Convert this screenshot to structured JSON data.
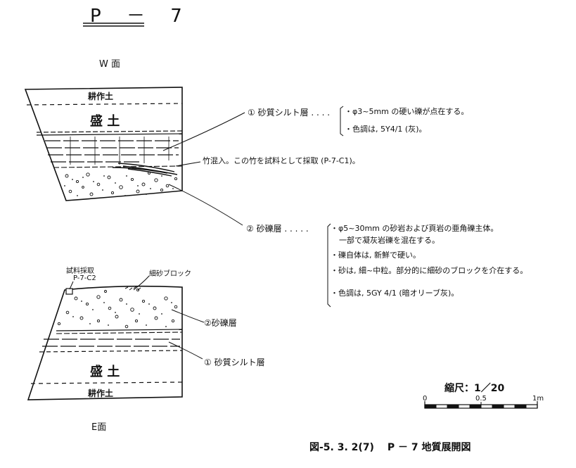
{
  "title": "P － 7",
  "faces": {
    "w": "W 面",
    "e": "E面"
  },
  "w_section": {
    "top_layer": "耕作土",
    "fill_layer": "盛 土",
    "bamboo_note": "竹混入。この竹を試料として採取 (P-7-C1)。"
  },
  "silt_layer": {
    "label": "① 砂質シルト層 . . . .",
    "notes": [
      "・φ3~5mm の硬い礫が点在する。",
      "・色調は, 5Y4/1 (灰)。"
    ]
  },
  "gravel_layer": {
    "label": "② 砂礫層 . . . . .",
    "notes": [
      "・φ5~30mm の砂岩および頁岩の亜角礫主体。",
      "一部で凝灰岩礫を混在する。",
      "・礫自体は, 新鮮で硬い。",
      "・砂は, 細~中粒。部分的に細砂のブロックを介在する。",
      "・色調は, 5GY 4/1 (暗オリーブ灰)。"
    ]
  },
  "e_section": {
    "sample_label": "試料採取",
    "sample_id": "P-7-C2",
    "fine_sand_label": "細砂ブロック",
    "gravel_label": "②砂礫層",
    "silt_label": "① 砂質シルト層",
    "fill_layer": "盛 土",
    "bottom_layer": "耕作土"
  },
  "scale": {
    "title": "縮尺：1／20",
    "ticks": [
      "0",
      "0.5",
      "1m"
    ]
  },
  "caption": "図-5. 3. 2(7)　 P － 7 地質展開図"
}
